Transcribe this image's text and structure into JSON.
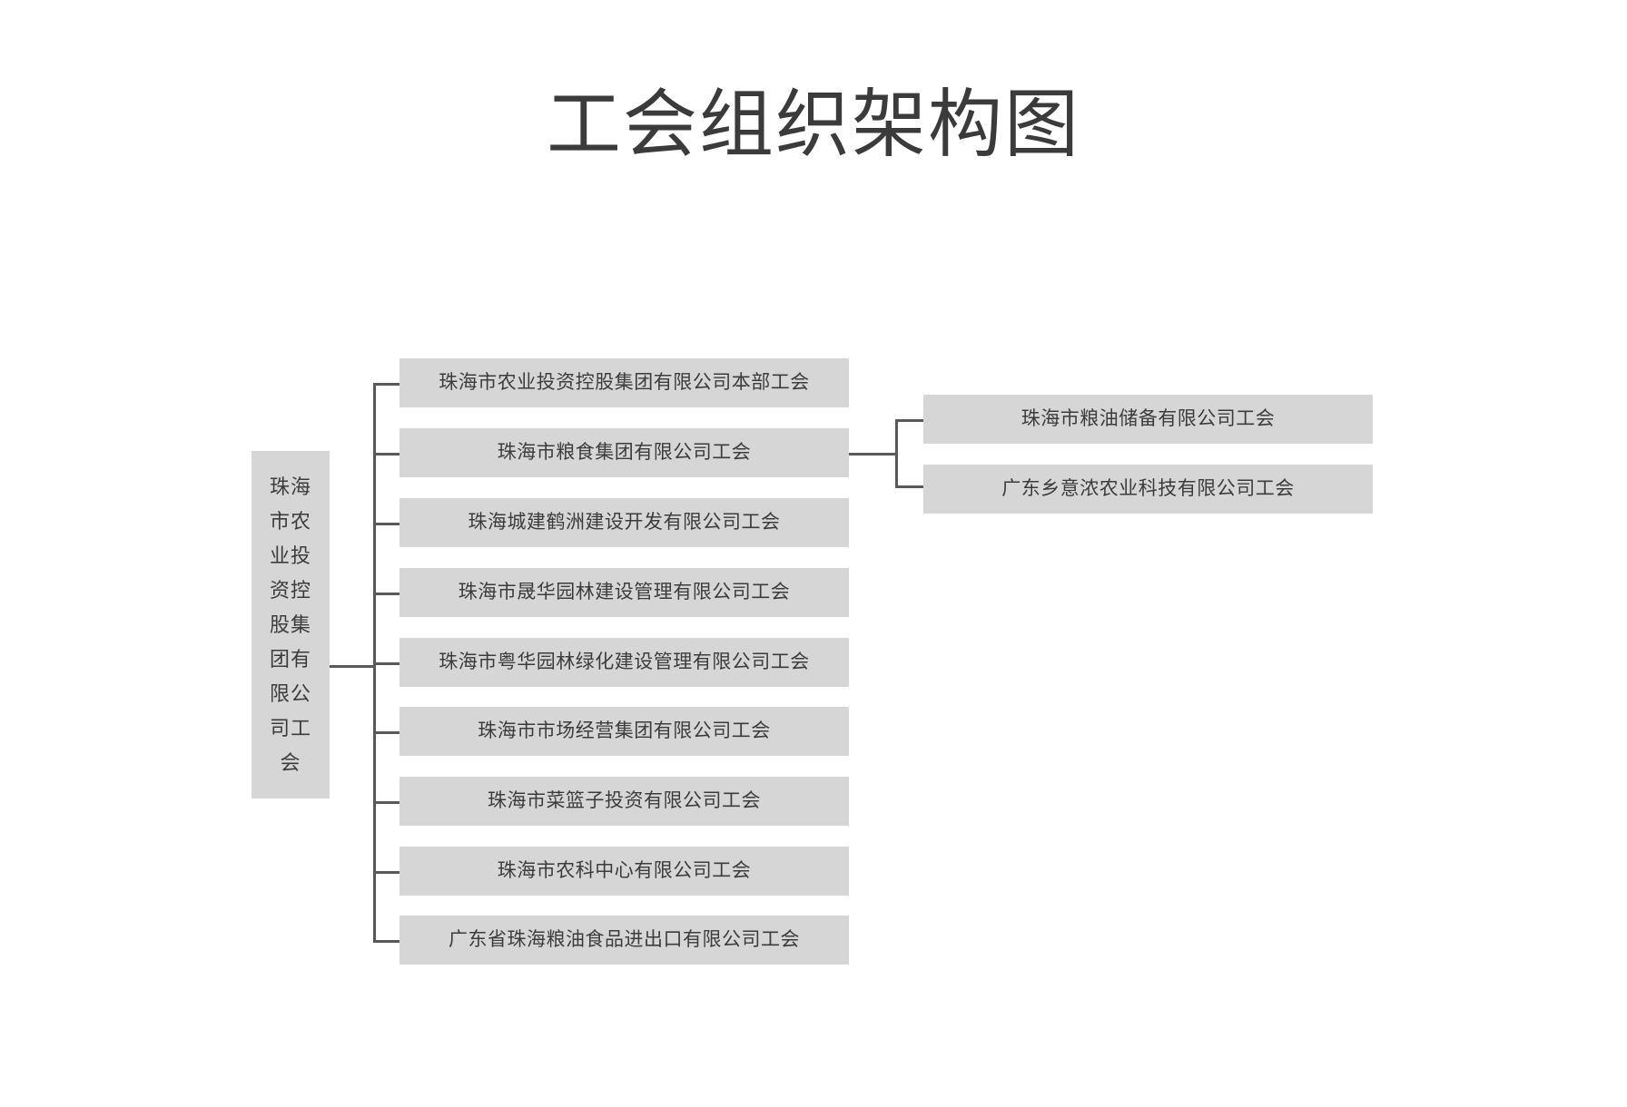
{
  "title": "工会组织架构图",
  "colors": {
    "node_fill": "#d6d6d6",
    "node_text": "#3c3c3c",
    "connector": "#595959",
    "background": "#ffffff",
    "title_text": "#3b3b3b"
  },
  "chart_data": {
    "type": "diagram",
    "subtype": "organization-chart",
    "title": "工会组织架构图",
    "orientation": "left-to-right",
    "root": {
      "label": "珠海市农业投资控股集团有限公司工会",
      "text_direction": "wrapped-vertical"
    },
    "children": [
      {
        "label": "珠海市农业投资控股集团有限公司本部工会",
        "children": []
      },
      {
        "label": "珠海市粮食集团有限公司工会",
        "children": [
          {
            "label": "珠海市粮油储备有限公司工会"
          },
          {
            "label": "广东乡意浓农业科技有限公司工会"
          }
        ]
      },
      {
        "label": "珠海城建鹤洲建设开发有限公司工会",
        "children": []
      },
      {
        "label": "珠海市晟华园林建设管理有限公司工会",
        "children": []
      },
      {
        "label": "珠海市粤华园林绿化建设管理有限公司工会",
        "children": []
      },
      {
        "label": "珠海市市场经营集团有限公司工会",
        "children": []
      },
      {
        "label": "珠海市菜篮子投资有限公司工会",
        "children": []
      },
      {
        "label": "珠海市农科中心有限公司工会",
        "children": []
      },
      {
        "label": "广东省珠海粮油食品进出口有限公司工会",
        "children": []
      }
    ],
    "counts": {
      "level1_nodes": 9,
      "level2_nodes": 2,
      "total_nodes": 12
    }
  }
}
